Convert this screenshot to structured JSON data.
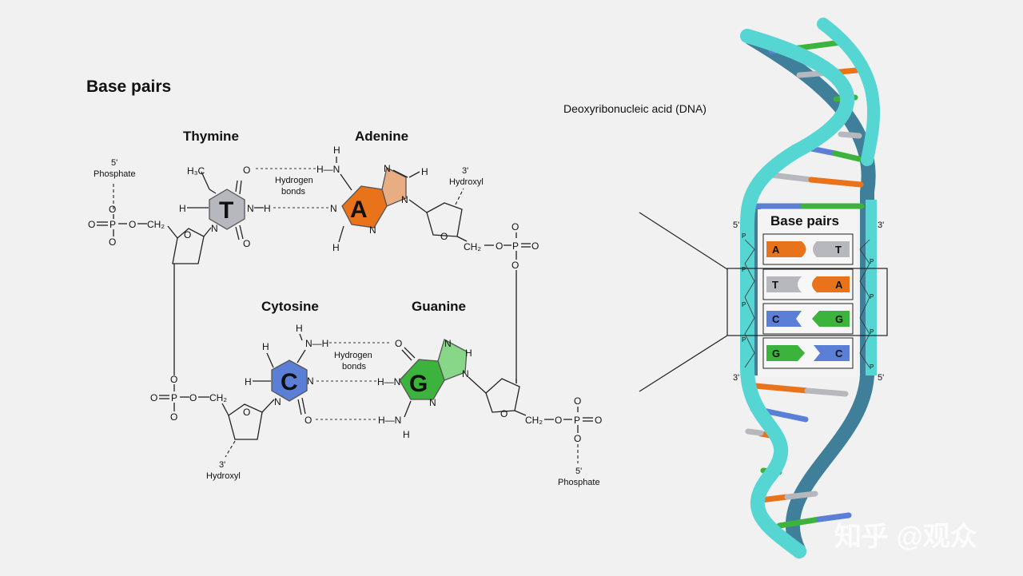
{
  "section_title": "Base pairs",
  "dna_label": "Deoxyribonucleic acid (DNA)",
  "bases": {
    "thymine": {
      "name": "Thymine",
      "letter": "T",
      "color": "#b6b8bd"
    },
    "adenine": {
      "name": "Adenine",
      "letter": "A",
      "color": "#e8731a"
    },
    "cytosine": {
      "name": "Cytosine",
      "letter": "C",
      "color": "#5b7fd6"
    },
    "guanine": {
      "name": "Guanine",
      "letter": "G",
      "color": "#3cb33c"
    }
  },
  "labels": {
    "five_prime": "5'",
    "three_prime": "3'",
    "phosphate": "Phosphate",
    "hydroxyl": "Hydroxyl",
    "hydrogen_bonds_line1": "Hydrogen",
    "hydrogen_bonds_line2": "bonds"
  },
  "atoms": {
    "O": "O",
    "N": "N",
    "H": "H",
    "P": "P",
    "H3C": "H₃C",
    "CH2": "CH₂",
    "NH": "N—H",
    "HN": "H—N",
    "H2N": "H—N"
  },
  "inset": {
    "title": "Base pairs",
    "pairs": [
      {
        "left": "A",
        "right": "T",
        "left_color": "#e8731a",
        "right_color": "#b6b8bd"
      },
      {
        "left": "T",
        "right": "A",
        "left_color": "#b6b8bd",
        "right_color": "#e8731a"
      },
      {
        "left": "C",
        "right": "G",
        "left_color": "#5b7fd6",
        "right_color": "#3cb33c"
      },
      {
        "left": "G",
        "right": "C",
        "left_color": "#3cb33c",
        "right_color": "#5b7fd6"
      }
    ],
    "strand_top_left": "5'",
    "strand_top_right": "3'",
    "strand_bottom_left": "3'",
    "strand_bottom_right": "5'",
    "phosphate_letter": "P"
  },
  "colors": {
    "helix_light": "#56d6d2",
    "helix_dark": "#3f7f9a",
    "rung_orange": "#e8731a",
    "rung_gray": "#b6b8bd",
    "rung_blue": "#5b7fd6",
    "rung_green": "#3cb33c"
  },
  "watermark": "知乎 @观众"
}
